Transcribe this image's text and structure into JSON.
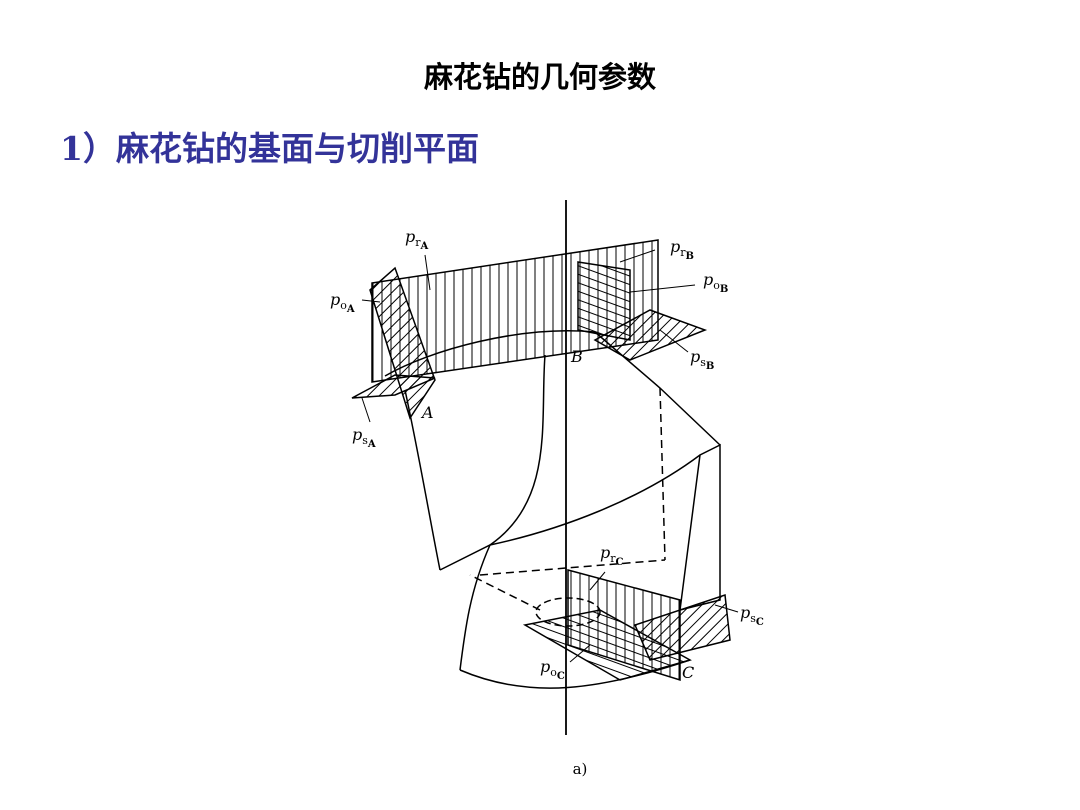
{
  "slide": {
    "title": "麻花钻的几何参数",
    "section_heading": "1）麻花钻的基面与切削平面",
    "figure_caption": "a)"
  },
  "diagram": {
    "labels": {
      "prA": {
        "p": "p",
        "r": "r",
        "s": "A"
      },
      "prB": {
        "p": "p",
        "r": "r",
        "s": "B"
      },
      "poB": {
        "p": "p",
        "r": "o",
        "s": "B"
      },
      "poA": {
        "p": "p",
        "r": "o",
        "s": "A"
      },
      "psB": {
        "p": "p",
        "r": "s",
        "s": "B"
      },
      "psA": {
        "p": "p",
        "r": "s",
        "s": "A"
      },
      "prC": {
        "p": "p",
        "r": "r",
        "s": "C"
      },
      "psC": {
        "p": "p",
        "r": "s",
        "s": "C"
      },
      "poC": {
        "p": "p",
        "r": "o",
        "s": "C"
      },
      "pointA": "A",
      "pointB": "B",
      "pointC": "C"
    }
  }
}
